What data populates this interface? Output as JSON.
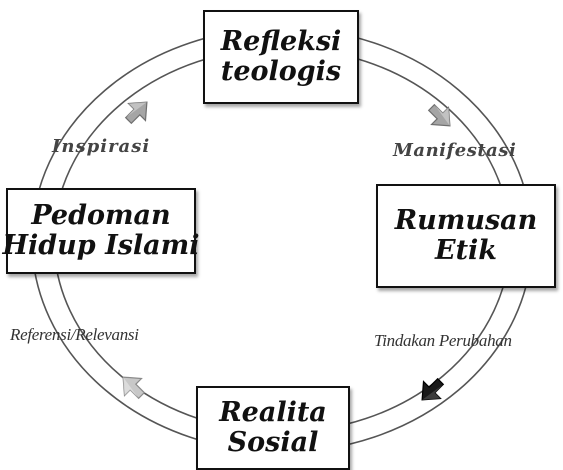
{
  "diagram": {
    "nodes": {
      "top": {
        "line1": "Refleksi",
        "line2": "teologis"
      },
      "right": {
        "line1": "Rumusan",
        "line2": "Etik"
      },
      "bottom": {
        "line1": "Realita",
        "line2": "Sosial"
      },
      "left": {
        "line1": "Pedoman",
        "line2": "Hidup Islami"
      }
    },
    "edge_labels": {
      "inspirasi": "Inspirasi",
      "manifestasi": "Manifestasi",
      "tindakan_perubahan": "Tindakan Perubahan",
      "referensi_relevansi": "Referensi/Relevansi"
    },
    "colors": {
      "ring": "#555555",
      "arrow_light": "#9a9a9a",
      "arrow_dark": "#1a1a1a"
    }
  }
}
